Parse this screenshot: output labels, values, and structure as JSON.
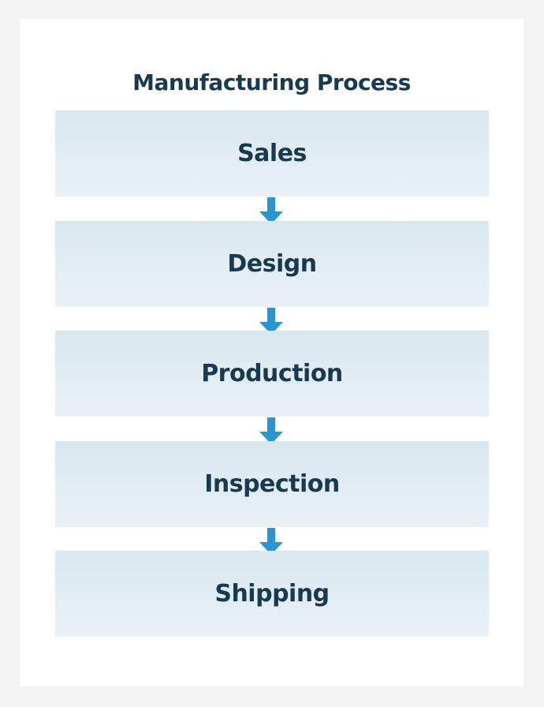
{
  "title": "Manufacturing Process",
  "steps": [
    {
      "label": "Sales"
    },
    {
      "label": "Design"
    },
    {
      "label": "Production"
    },
    {
      "label": "Inspection"
    },
    {
      "label": "Shipping"
    }
  ],
  "colors": {
    "background": "#f3f3f3",
    "card": "#ffffff",
    "box_top": "#d9e7ef",
    "box_bottom": "#e9f1f7",
    "text": "#173a51",
    "arrow": "#2b95cf"
  }
}
